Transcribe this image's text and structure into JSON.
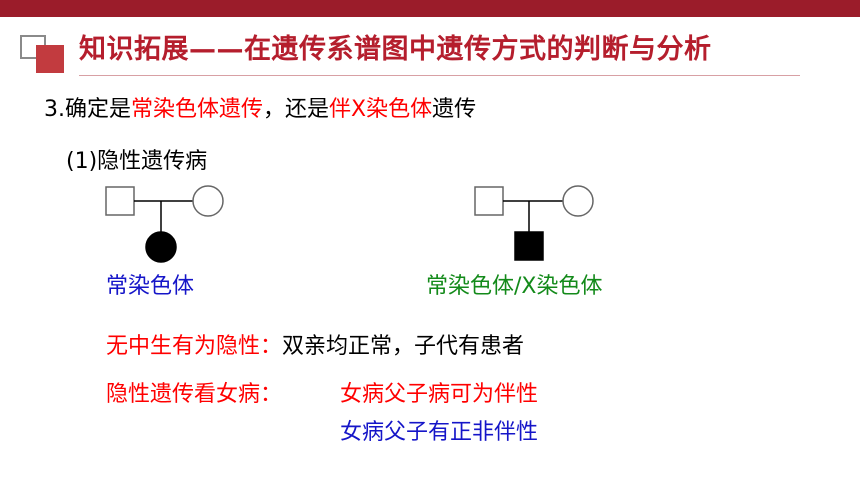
{
  "header": {
    "title": "知识拓展——在遗传系谱图中遗传方式的判断与分析"
  },
  "content": {
    "heading": {
      "prefix": "3.确定是",
      "emph1": "常染色体遗传",
      "middle": "，还是",
      "emph2": "伴X染色体",
      "suffix": "遗传"
    },
    "subheading": "(1)隐性遗传病",
    "pedigree_left": {
      "label": "常染色体"
    },
    "pedigree_right": {
      "label": "常染色体/X染色体"
    },
    "rule1": {
      "key": "无中生有为隐性：",
      "text": "双亲均正常，子代有患者"
    },
    "rule2": {
      "key": "隐性遗传看女病：",
      "line1": "女病父子病可为伴性",
      "line2": "女病父子有正非伴性"
    }
  },
  "colors": {
    "banner": "#9b1c2a",
    "title": "#b51e2d",
    "emphasis_red": "#ff0000",
    "blue_text": "#1515c8",
    "green_text": "#138a1a"
  }
}
